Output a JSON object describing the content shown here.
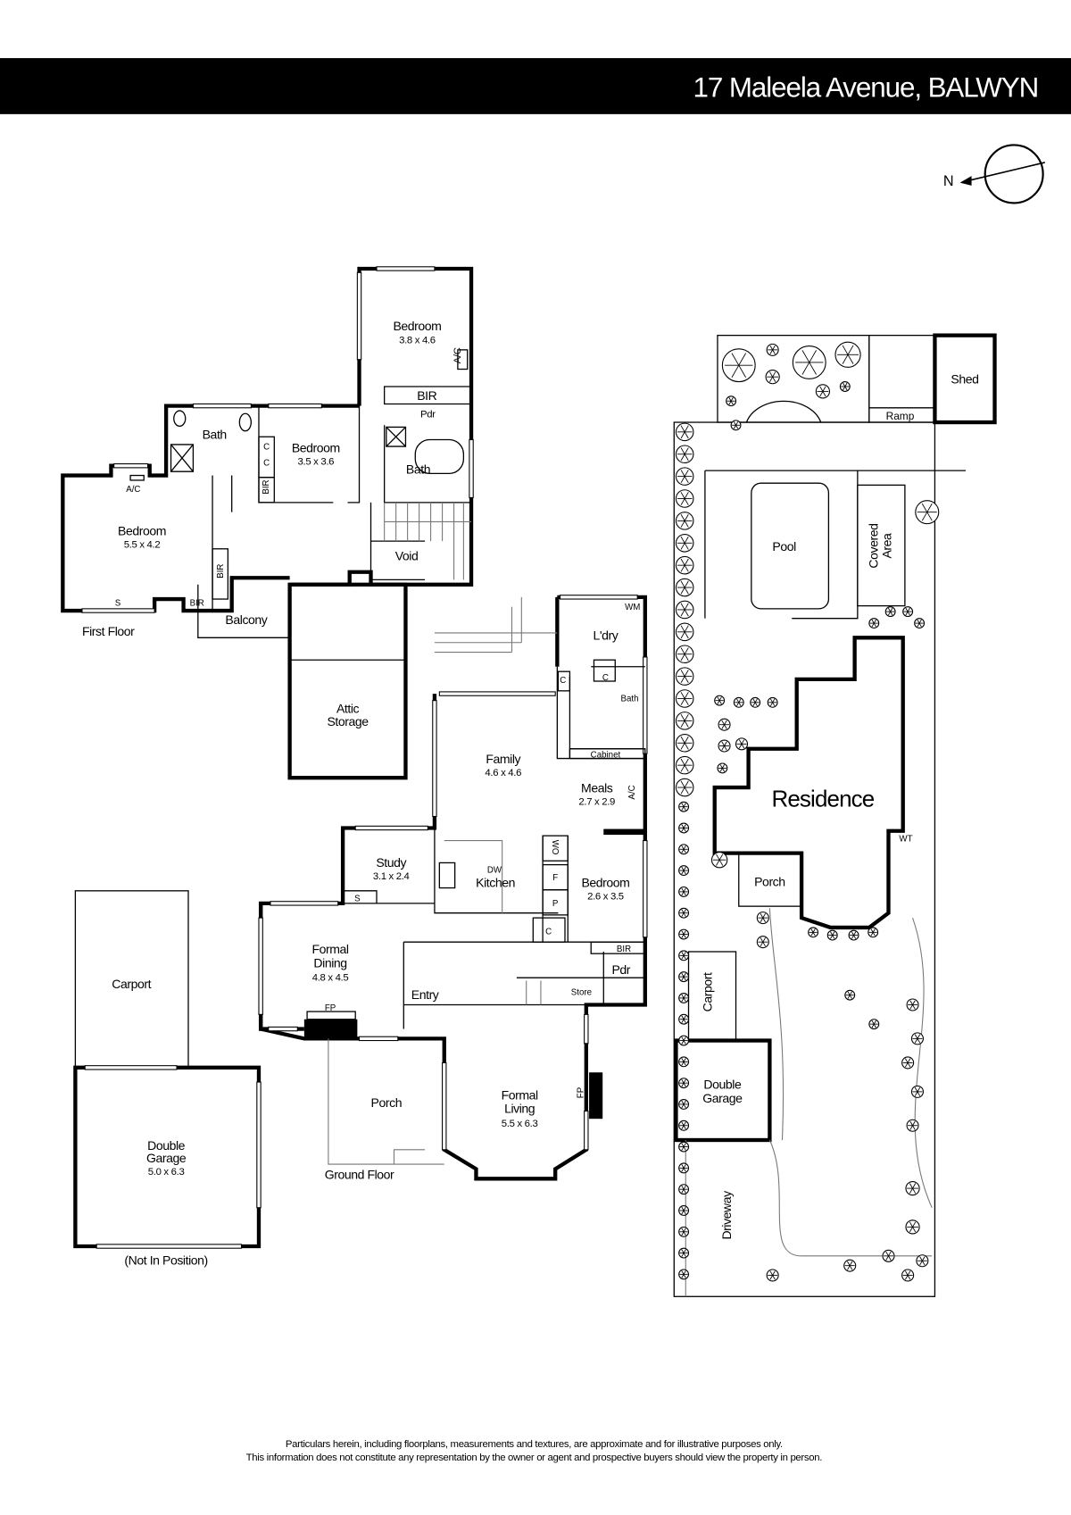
{
  "header": {
    "title": "17 Maleela Avenue, BALWYN"
  },
  "compass": {
    "north": "N"
  },
  "first_floor": {
    "label": "First Floor",
    "bedroom_1": {
      "name": "Bedroom",
      "size": "3.8 x 4.6"
    },
    "bedroom_2": {
      "name": "Bedroom",
      "size": "3.5 x 3.6"
    },
    "bedroom_3": {
      "name": "Bedroom",
      "size": "5.5 x 4.2"
    },
    "bath_1": "Bath",
    "bath_2": "Bath",
    "bir": "BIR",
    "pdr": "Pdr",
    "ac": "A/C",
    "c": "C",
    "s": "S",
    "void": "Void",
    "balcony": "Balcony",
    "attic": [
      "Attic",
      "Storage"
    ]
  },
  "ground_floor": {
    "label": "Ground Floor",
    "family": {
      "name": "Family",
      "size": "4.6 x 4.6"
    },
    "meals": {
      "name": "Meals",
      "size": "2.7 x 2.9"
    },
    "laundry": "L'dry",
    "wm": "WM",
    "bath": "Bath",
    "cabinet": "Cabinet",
    "study": {
      "name": "Study",
      "size": "3.1 x 2.4"
    },
    "kitchen": "Kitchen",
    "dw": "DW",
    "wo": "WO",
    "f": "F",
    "p": "P",
    "bedroom": {
      "name": "Bedroom",
      "size": "2.6 x 3.5"
    },
    "dining": {
      "name": [
        "Formal",
        "Dining"
      ],
      "size": "4.8 x 4.5"
    },
    "entry": "Entry",
    "store": "Store",
    "pdr": "Pdr",
    "fp": "FP",
    "porch": "Porch",
    "living": {
      "name": [
        "Formal",
        "Living"
      ],
      "size": "5.5 x 6.3"
    },
    "carport": "Carport",
    "garage": {
      "name": [
        "Double",
        "Garage"
      ],
      "size": "5.0 x 6.3"
    },
    "not_in_position": "(Not In Position)"
  },
  "site_plan": {
    "shed": "Shed",
    "ramp": "Ramp",
    "pool": "Pool",
    "covered_area": [
      "Covered",
      "Area"
    ],
    "residence": "Residence",
    "wt": "WT",
    "porch": "Porch",
    "carport": "Carport",
    "garage": [
      "Double",
      "Garage"
    ],
    "driveway": "Driveway"
  },
  "footer": {
    "line1": "Particulars herein, including floorplans, measurements and textures, are approximate and for illustrative purposes only.",
    "line2": "This information does not constitute any representation by the owner or agent and prospective buyers should view the property in person."
  }
}
